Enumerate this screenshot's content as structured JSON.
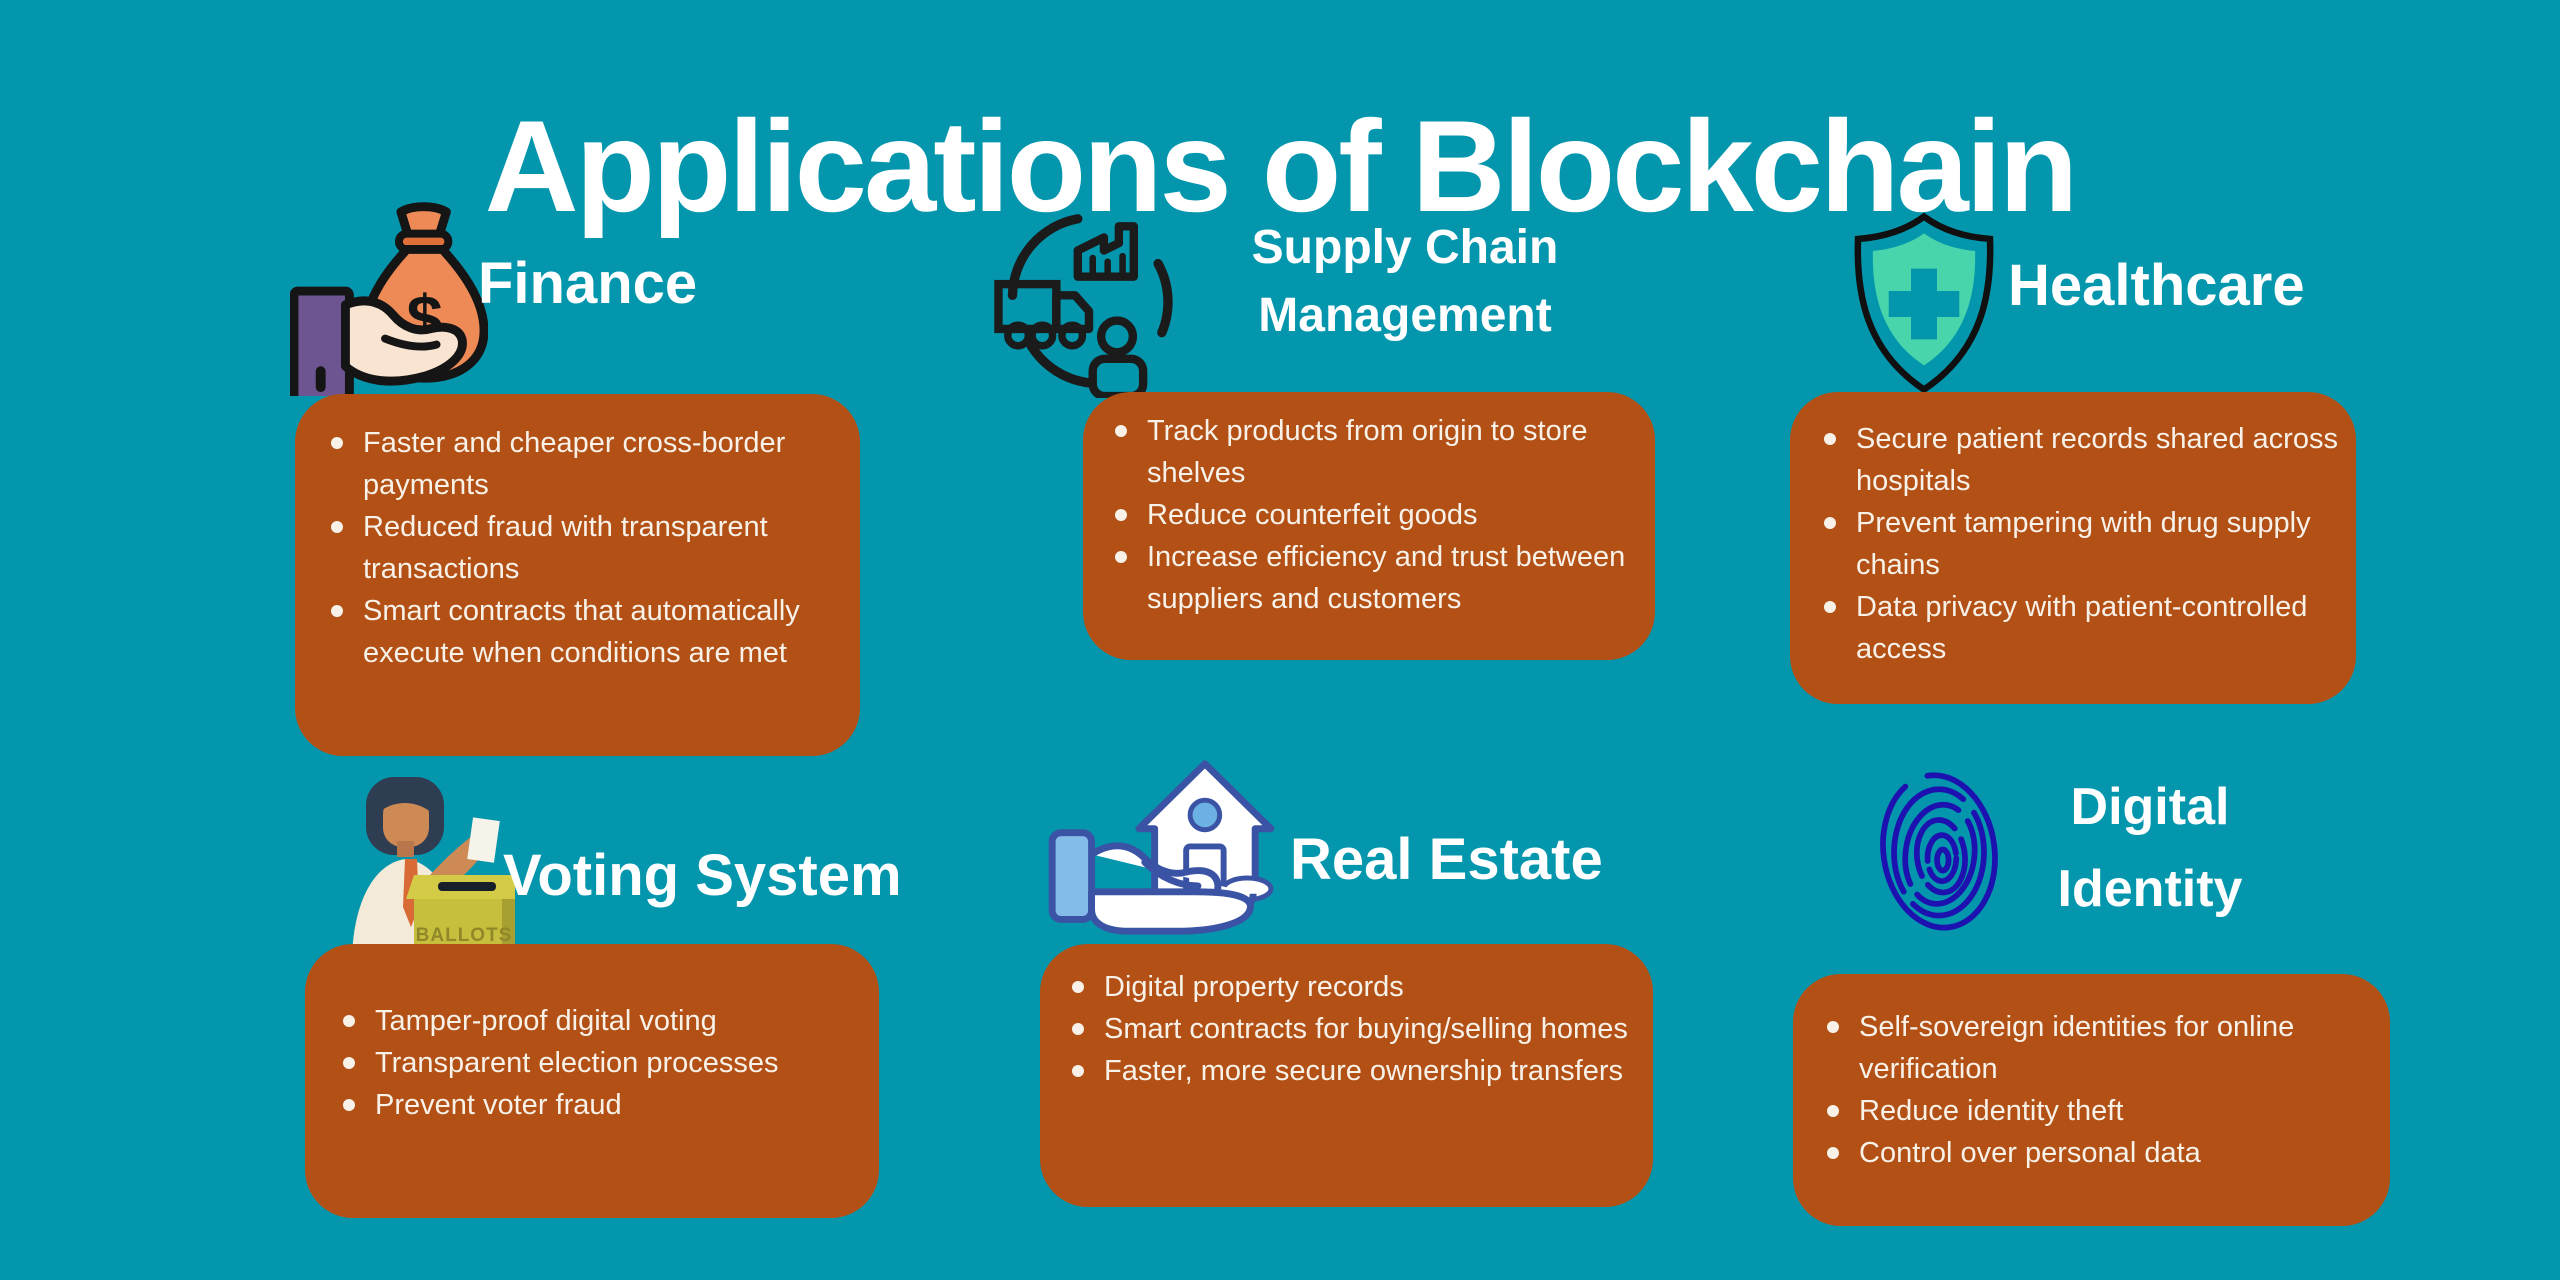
{
  "title": "Applications of Blockchain",
  "colors": {
    "background": "#0496ad",
    "card": "#b25016",
    "title_text": "#ffffff",
    "bullet_text": "#f7f1e8"
  },
  "sections": [
    {
      "name": "Finance",
      "icon": "money-bag-in-hand-icon",
      "currency_symbol": "$",
      "bullets": [
        "Faster and cheaper cross-border payments",
        "Reduced fraud with transparent transactions",
        "Smart contracts that automatically execute when conditions are met"
      ]
    },
    {
      "name": "Supply Chain Management",
      "icon": "supply-chain-cycle-icon",
      "bullets": [
        "Track products from origin to store shelves",
        "Reduce counterfeit goods",
        "Increase efficiency and trust between suppliers and customers"
      ]
    },
    {
      "name": "Healthcare",
      "icon": "medical-shield-icon",
      "bullets": [
        "Secure patient records shared across hospitals",
        "Prevent tampering with drug supply chains",
        "Data privacy with patient-controlled access"
      ]
    },
    {
      "name": "Voting System",
      "icon": "ballot-box-icon",
      "ballot_box_label": "BALLOTS",
      "bullets": [
        "Tamper-proof digital voting",
        "Transparent election processes",
        "Prevent voter fraud"
      ]
    },
    {
      "name": "Real Estate",
      "icon": "house-in-hand-icon",
      "bullets": [
        "Digital property records",
        "Smart contracts for buying/selling homes",
        "Faster, more secure ownership transfers"
      ]
    },
    {
      "name": "Digital Identity",
      "icon": "fingerprint-icon",
      "bullets": [
        "Self-sovereign identities for online verification",
        "Reduce identity theft",
        "Control over personal data"
      ]
    }
  ]
}
